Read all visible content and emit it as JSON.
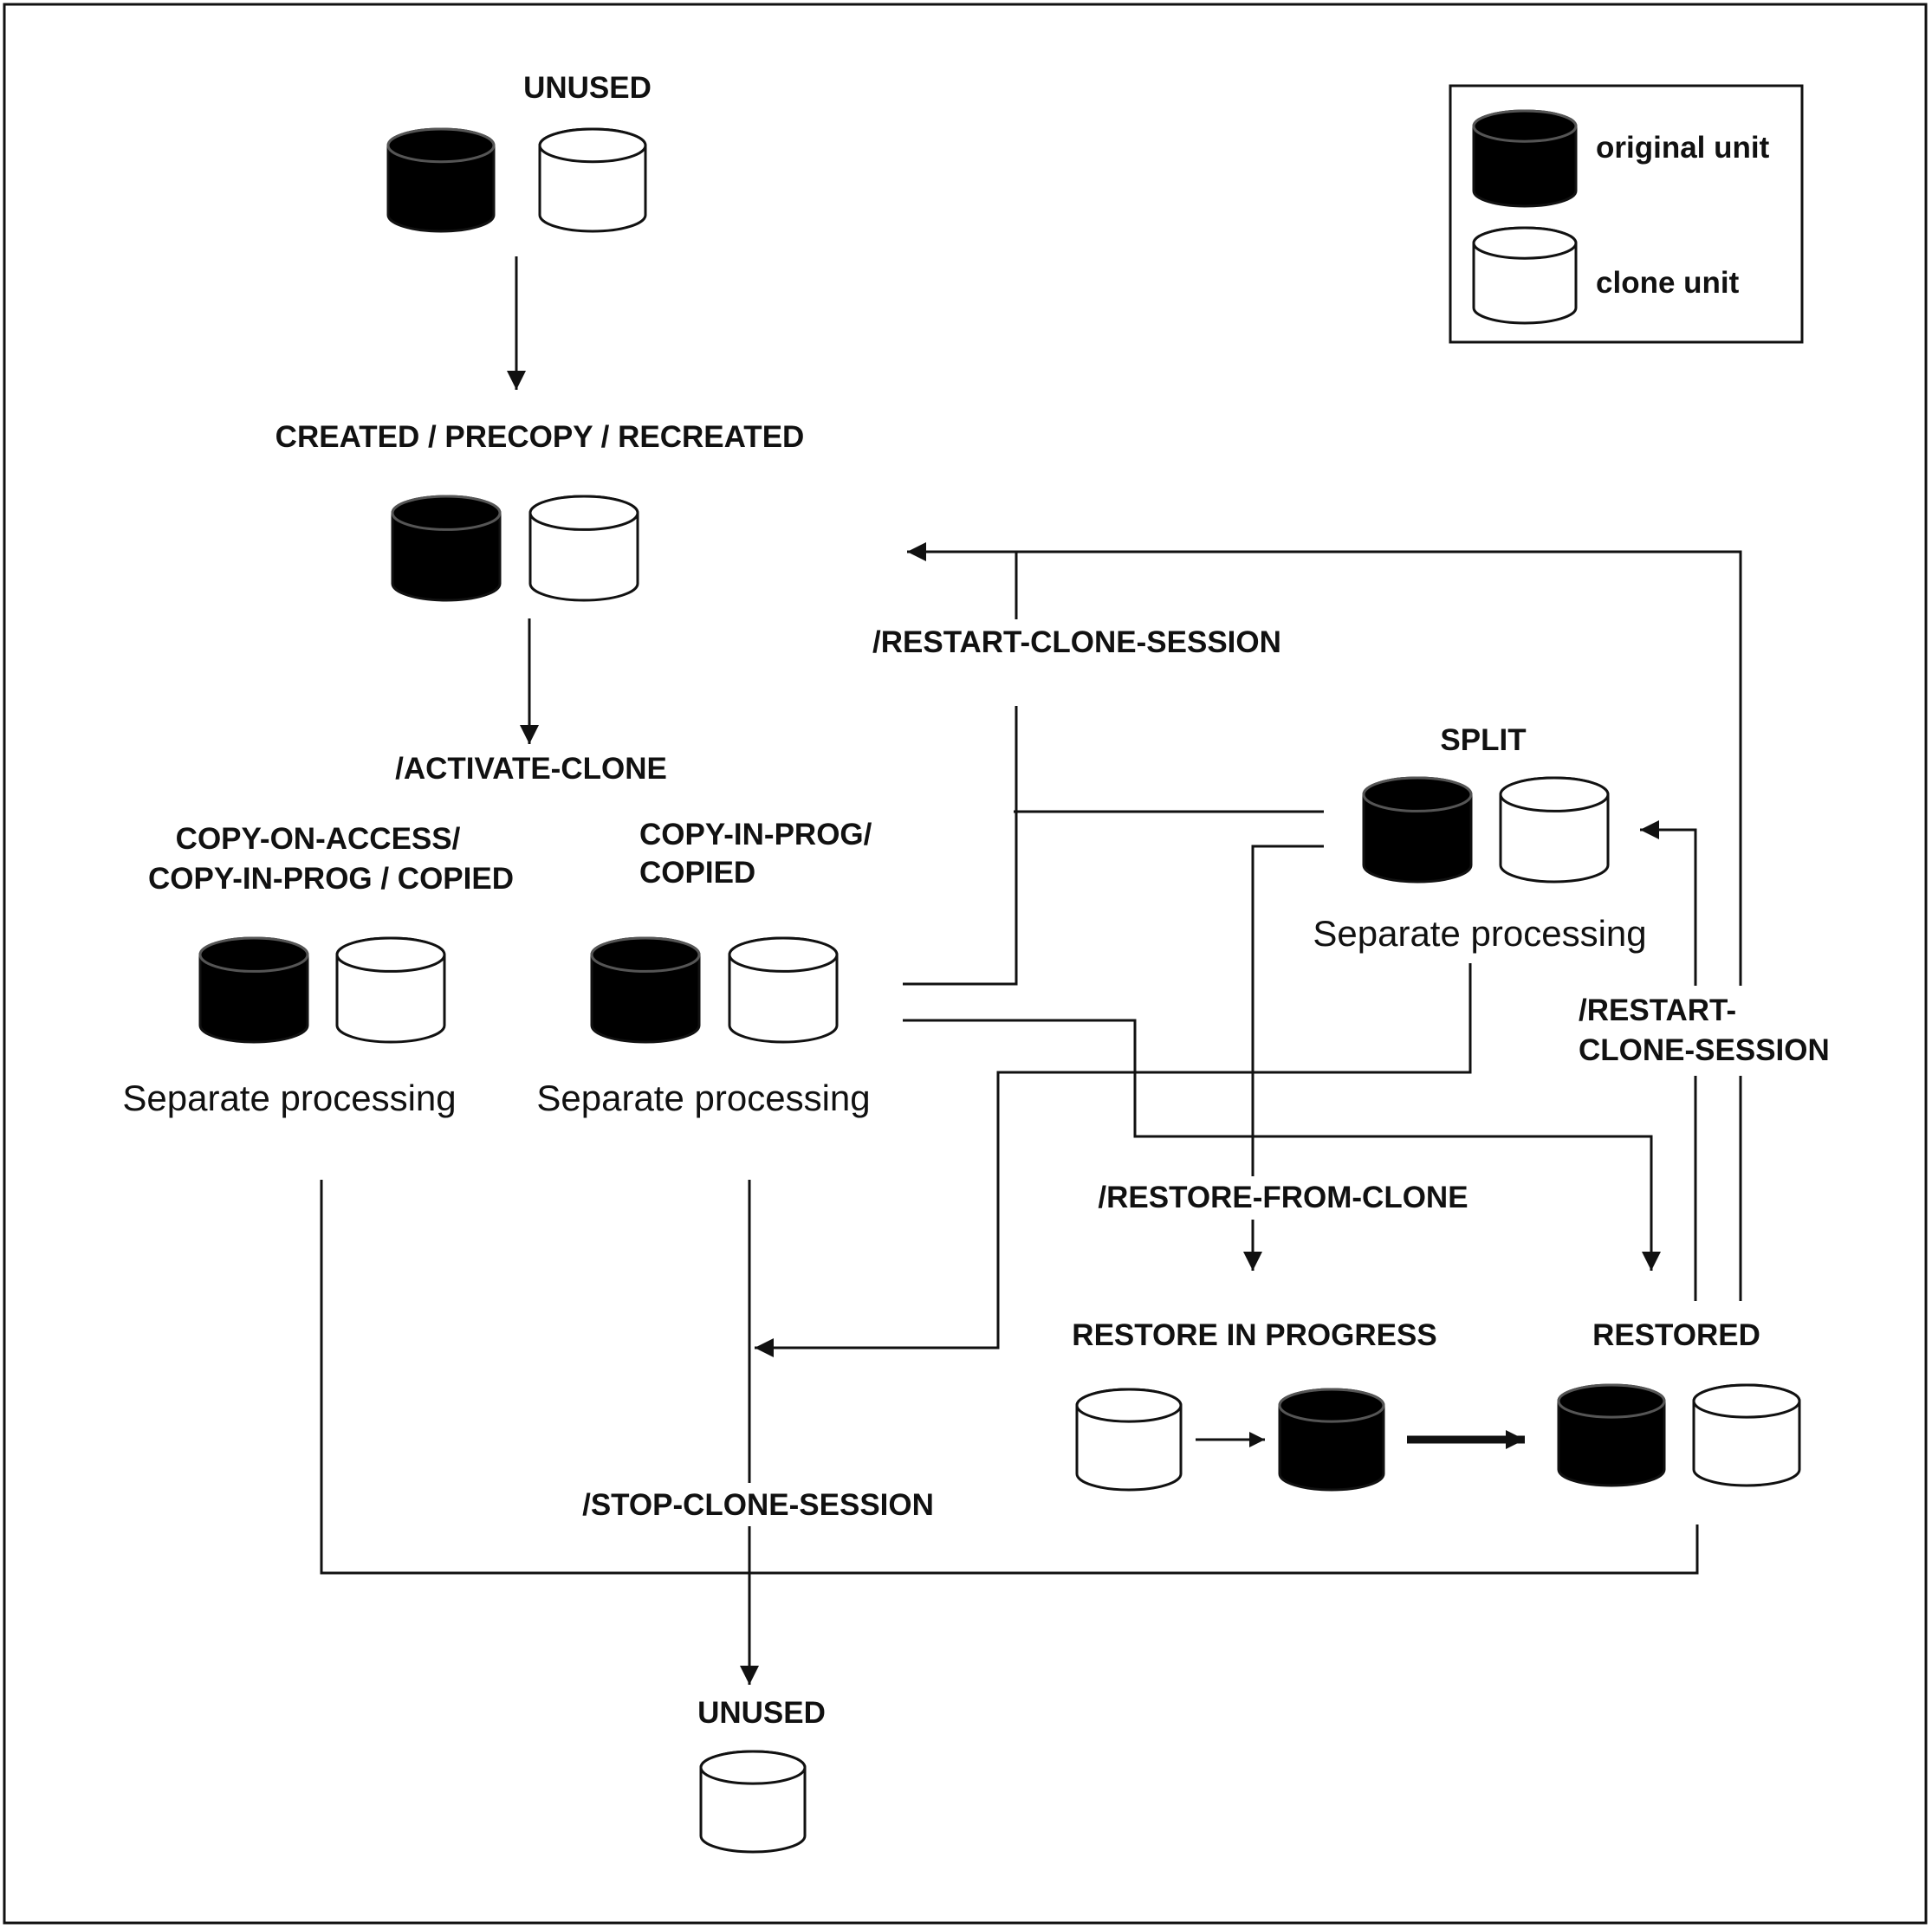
{
  "colors": {
    "ink": "#111111",
    "original_fill": "#000000",
    "clone_fill": "#ffffff",
    "background": "#ffffff"
  },
  "legend": {
    "original": "original unit",
    "clone": "clone unit"
  },
  "states": {
    "unused_top": "UNUSED",
    "created": "CREATED / PRECOPY / RECREATED",
    "coa_line1": "COPY-ON-ACCESS/",
    "coa_line2": "COPY-IN-PROG / COPIED",
    "cip_line1": "COPY-IN-PROG/",
    "cip_line2": "COPIED",
    "split": "SPLIT",
    "restore_in_progress": "RESTORE IN PROGRESS",
    "restored": "RESTORED",
    "unused_bottom": "UNUSED"
  },
  "notes": {
    "separate_processing_1": "Separate processing",
    "separate_processing_2": "Separate processing",
    "separate_processing_split": "Separate processing"
  },
  "commands": {
    "activate": "/ACTIVATE-CLONE",
    "restart_top": "/RESTART-CLONE-SESSION",
    "restart_right_line1": "/RESTART-",
    "restart_right_line2": "CLONE-SESSION",
    "restore_from_clone": "/RESTORE-FROM-CLONE",
    "stop": "/STOP-CLONE-SESSION"
  }
}
